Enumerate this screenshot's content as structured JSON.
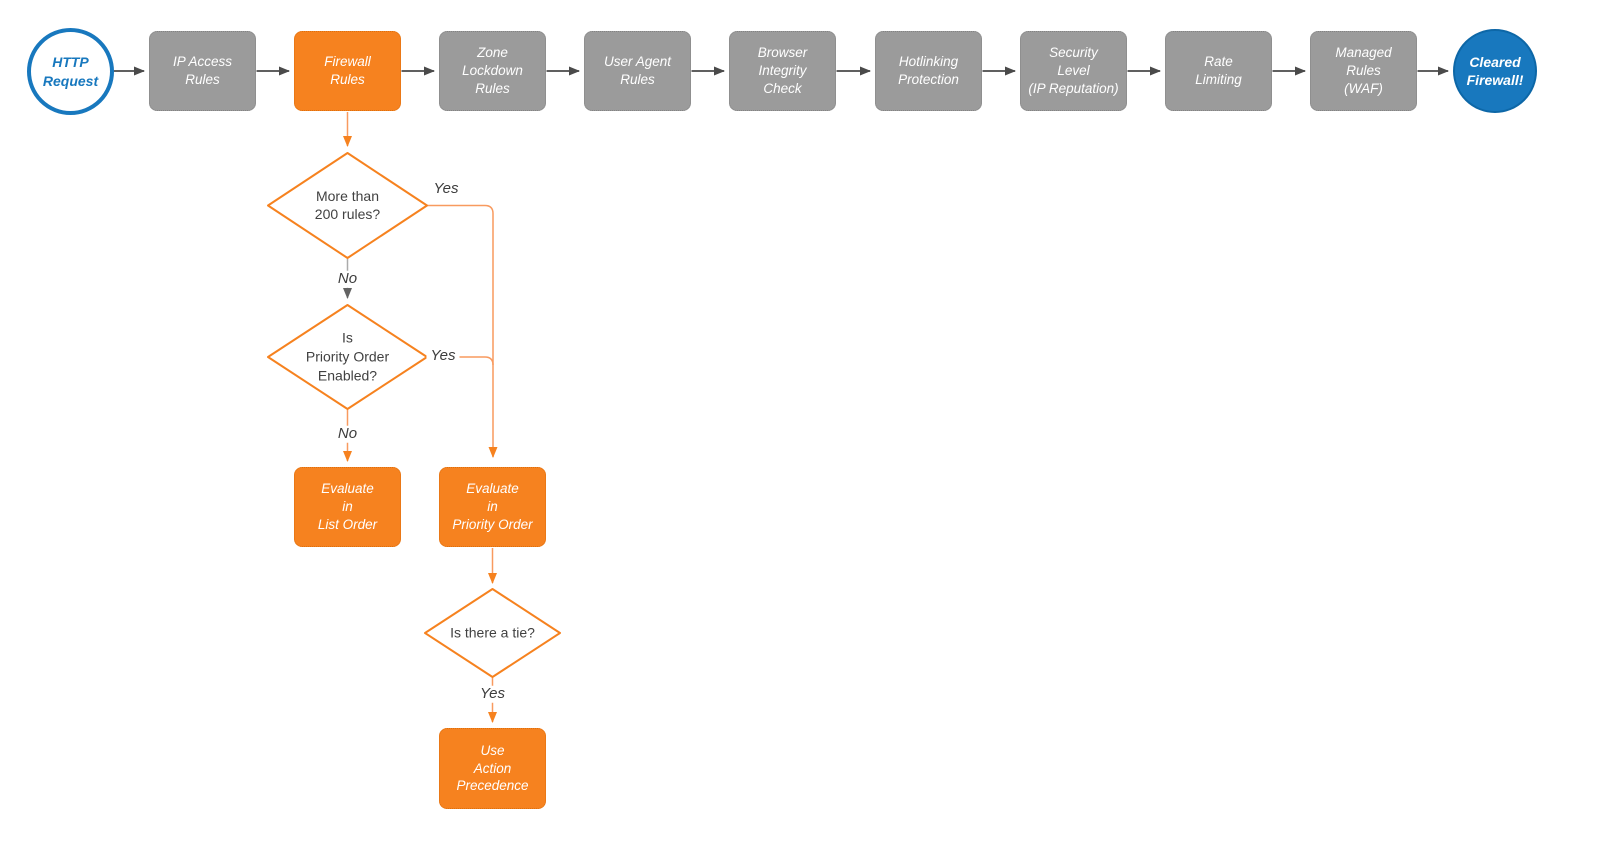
{
  "title": "Firewall request evaluation flowchart",
  "colors": {
    "accent_orange": "#F6821F",
    "node_gray": "#9B9B9B",
    "brand_blue": "#1878BE",
    "connector_dark": "#4A4A4A",
    "connector_orange": "#F89A5F",
    "connector_gray": "#ABABAB",
    "label_text": "#3D3D3D"
  },
  "flow": {
    "start": {
      "label": "HTTP\nRequest"
    },
    "end": {
      "label": "Cleared\nFirewall!"
    },
    "pipeline": [
      {
        "label": "IP Access\nRules"
      },
      {
        "label": "Firewall\nRules"
      },
      {
        "label": "Zone\nLockdown\nRules"
      },
      {
        "label": "User Agent\nRules"
      },
      {
        "label": "Browser\nIntegrity\nCheck"
      },
      {
        "label": "Hotlinking\nProtection"
      },
      {
        "label": "Security\nLevel\n(IP Reputation)"
      },
      {
        "label": "Rate\nLimiting"
      },
      {
        "label": "Managed\nRules\n(WAF)"
      }
    ],
    "decisions": [
      {
        "label": "More than\n200 rules?"
      },
      {
        "label": "Is\nPriority Order\nEnabled?"
      },
      {
        "label": "Is there a tie?"
      }
    ],
    "actions": [
      {
        "label": "Evaluate\nin\nList Order"
      },
      {
        "label": "Evaluate\nin\nPriority Order"
      },
      {
        "label": "Use\nAction\nPrecedence"
      }
    ],
    "edges": {
      "yes_200_rules": "Yes",
      "no_200_rules": "No",
      "yes_priority": "Yes",
      "no_priority": "No",
      "yes_tie": "Yes"
    }
  }
}
